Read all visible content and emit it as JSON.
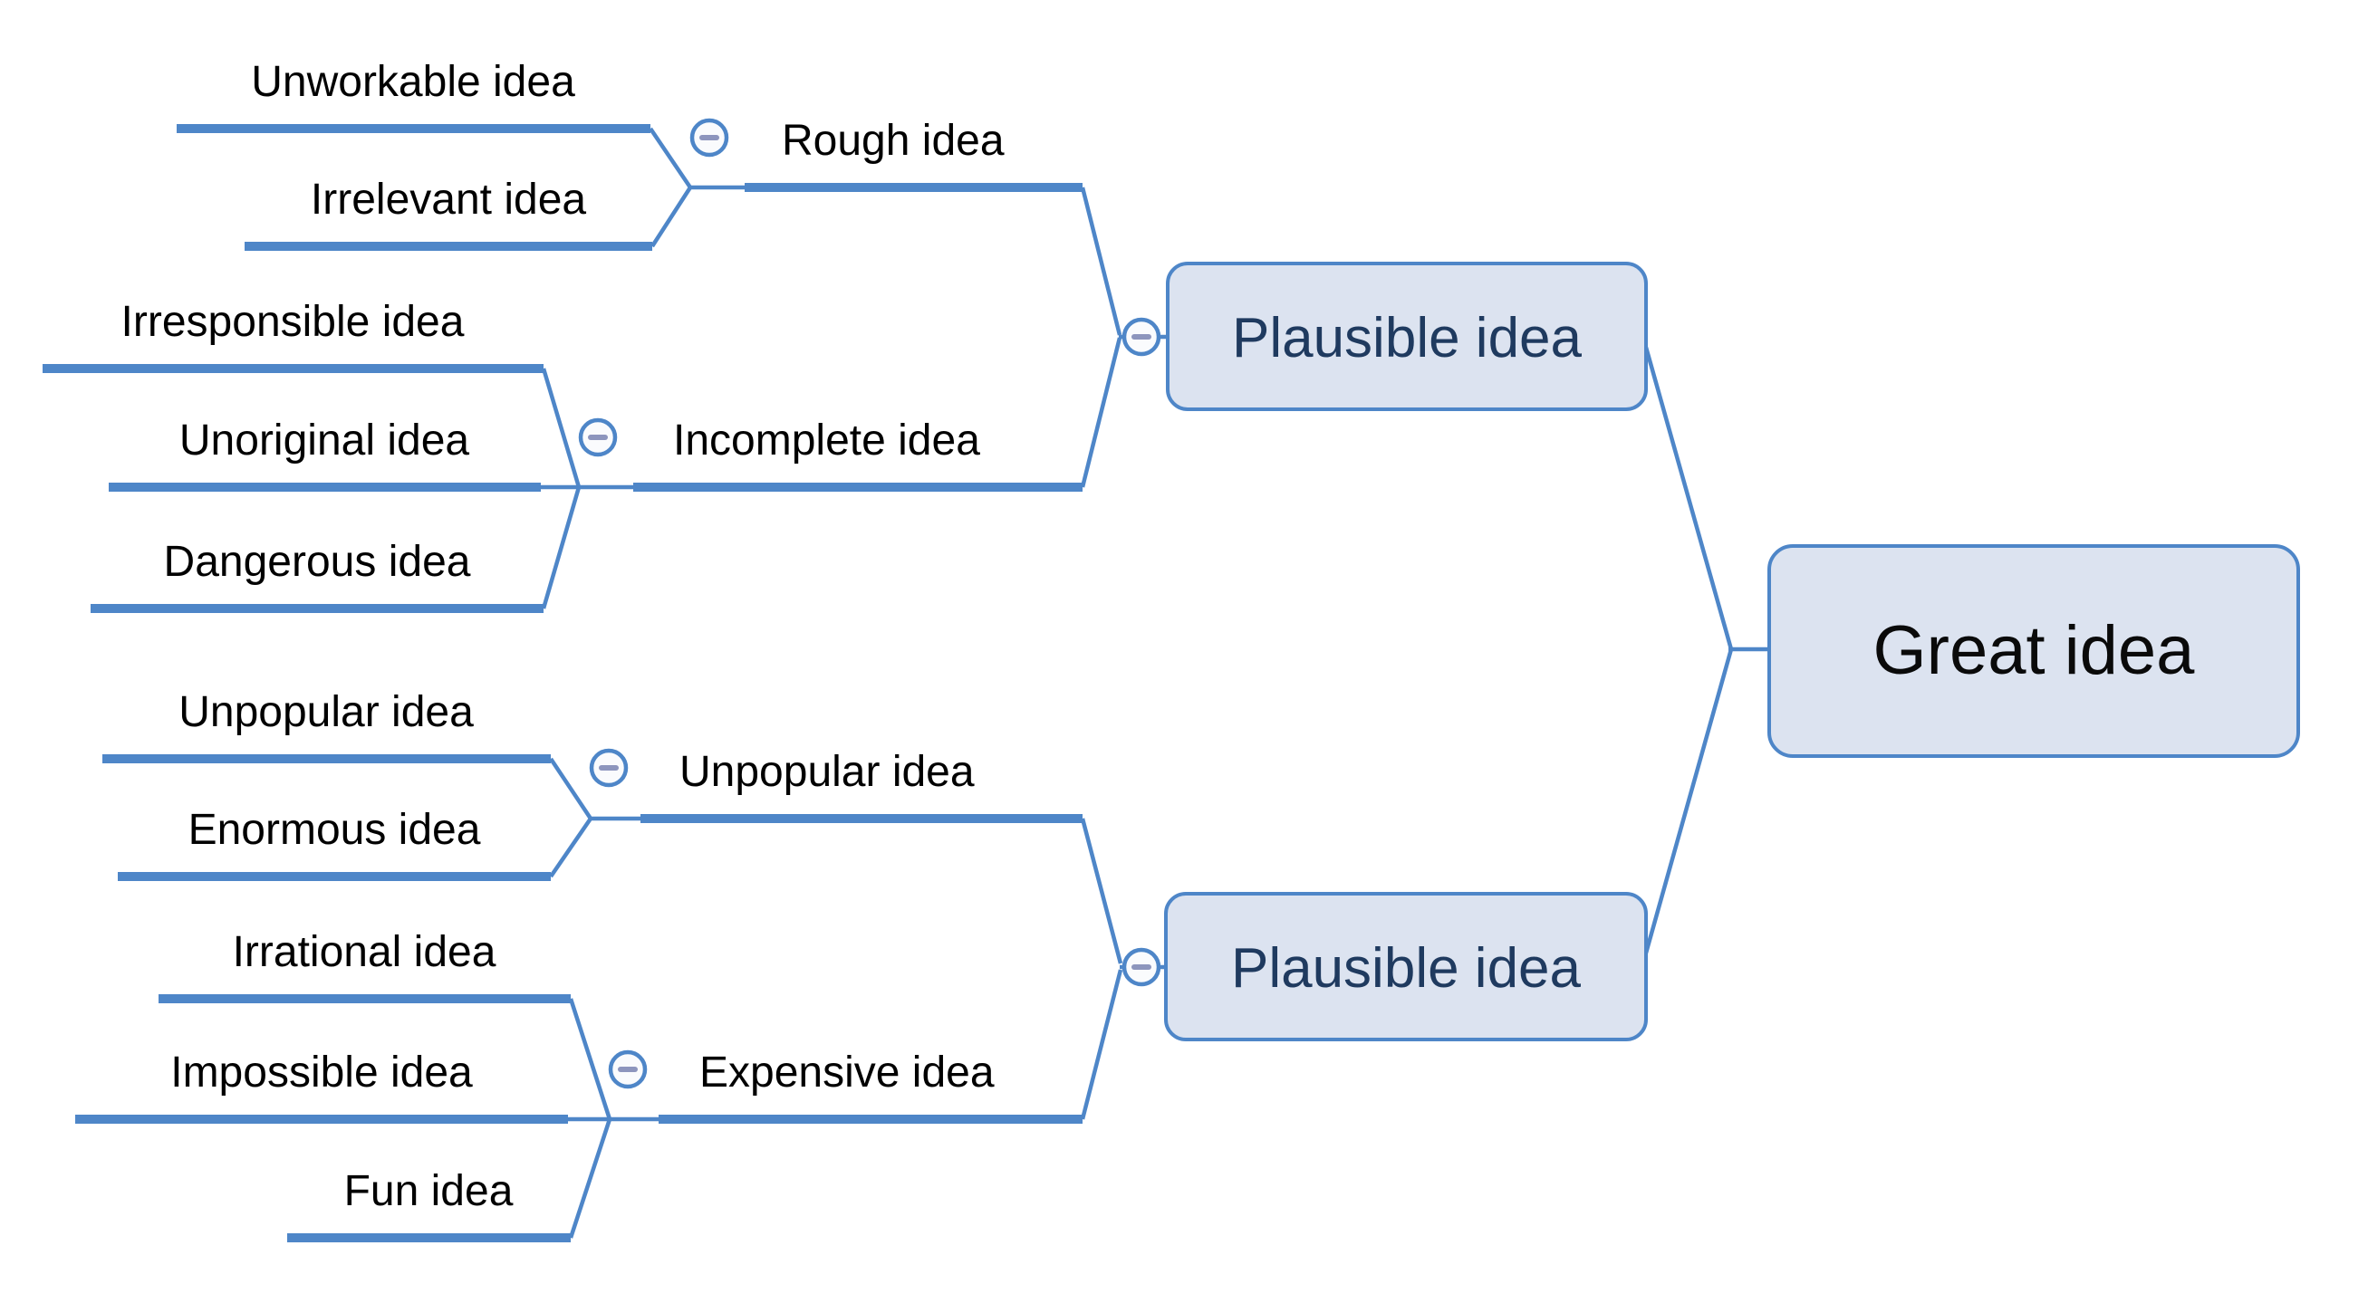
{
  "diagram": {
    "type": "mind-map",
    "layout": "root-right"
  },
  "icons": {
    "collapse_expanded": "minus-circle"
  },
  "colors": {
    "background": "#ffffff",
    "line": "#4e86c8",
    "node_fill": "#dce3f0",
    "node_border": "#4e86c8",
    "node_text": "#1f3a5f",
    "label_text": "#000000",
    "root_text": "#0a0a0a",
    "collapse_fill": "#fafbfd",
    "collapse_minus": "#8d95bd"
  },
  "mindmap": {
    "root": {
      "label": "Great idea",
      "children": [
        {
          "label": "Plausible idea",
          "children": [
            {
              "label": "Rough idea",
              "children": [
                {
                  "label": "Unworkable idea"
                },
                {
                  "label": "Irrelevant idea"
                }
              ]
            },
            {
              "label": "Incomplete idea",
              "children": [
                {
                  "label": "Irresponsible idea"
                },
                {
                  "label": "Unoriginal idea"
                },
                {
                  "label": "Dangerous idea"
                }
              ]
            }
          ]
        },
        {
          "label": "Plausible idea",
          "children": [
            {
              "label": "Unpopular idea",
              "children": [
                {
                  "label": "Unpopular idea"
                },
                {
                  "label": "Enormous idea"
                }
              ]
            },
            {
              "label": "Expensive idea",
              "children": [
                {
                  "label": "Irrational idea"
                },
                {
                  "label": "Impossible idea"
                },
                {
                  "label": "Fun idea"
                }
              ]
            }
          ]
        }
      ]
    }
  }
}
